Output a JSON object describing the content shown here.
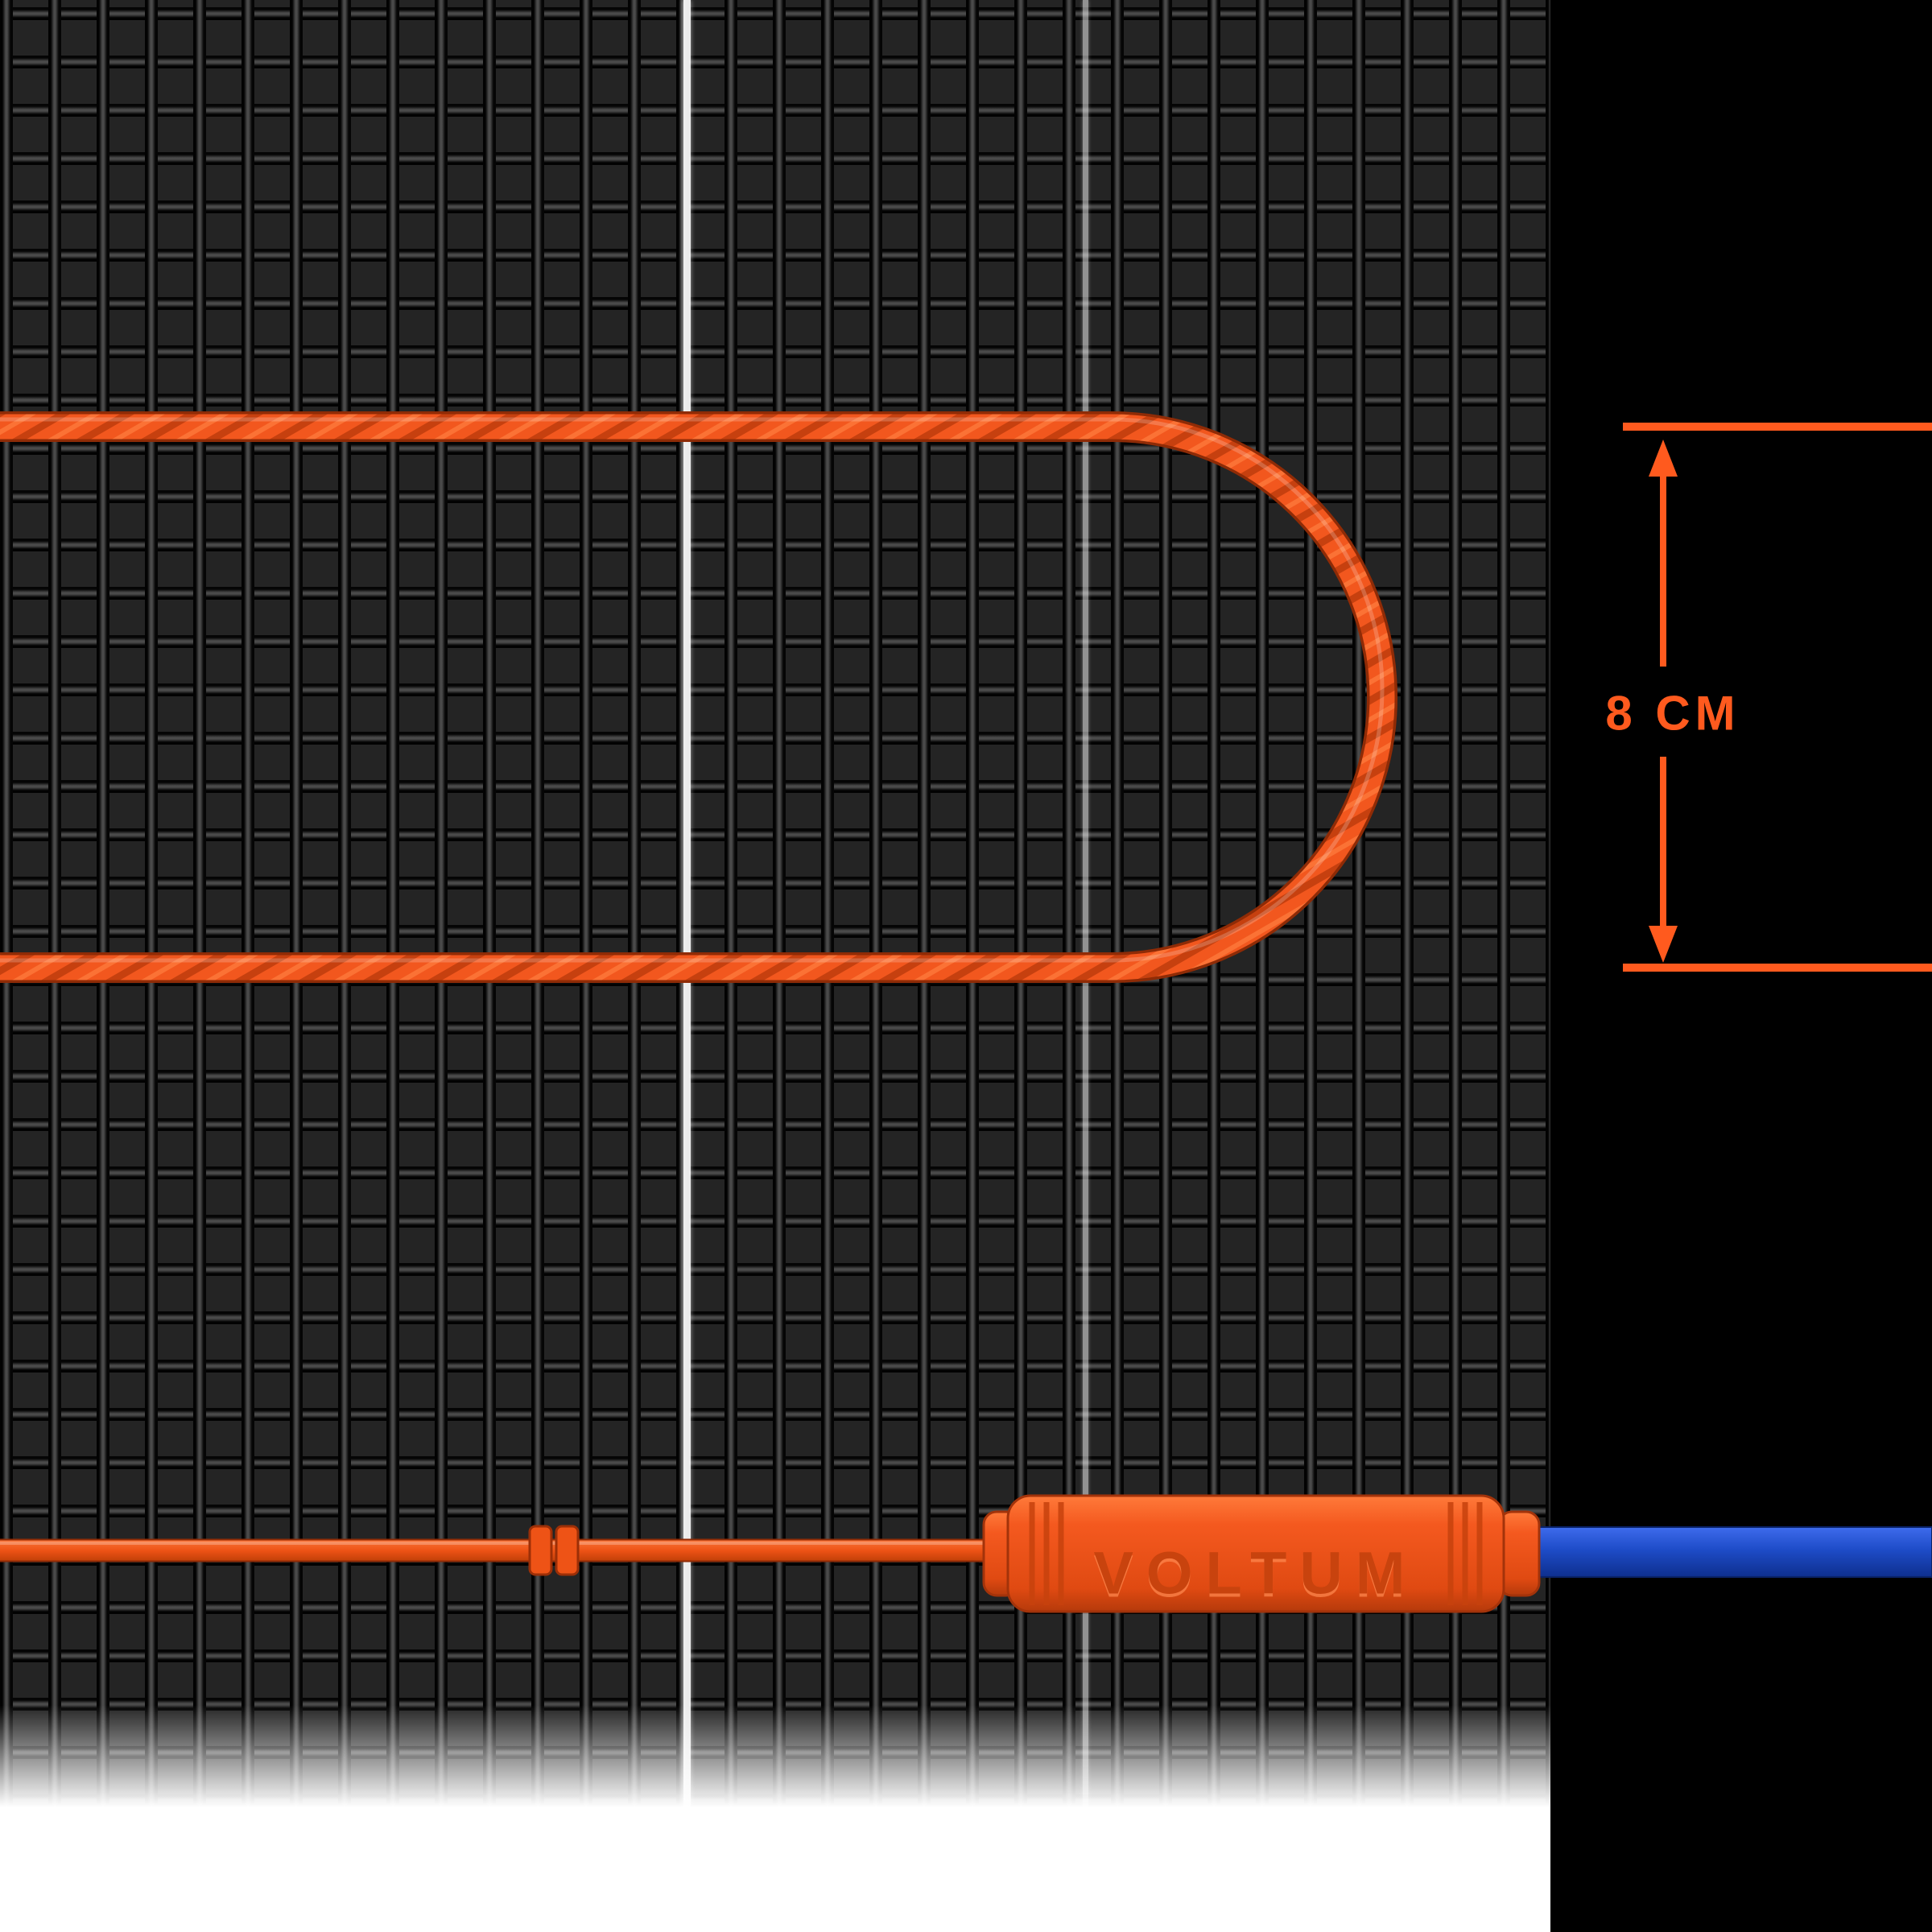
{
  "scene": {
    "type": "heating-mat-product-illustration",
    "dimension": {
      "label": "8 CM"
    },
    "connector": {
      "brand": "VOLTUM"
    },
    "colors": {
      "annotation_orange": "#FF5A1E",
      "cable_orange": "#F2571E",
      "cable_orange_dark": "#C6400F",
      "cable_outline": "#8F2B06",
      "connector_orange": "#F05423",
      "connector_text": "#C8430E",
      "lead_blue": "#1E4CC8",
      "mesh_cell": "#242424",
      "mesh_wire_highlight": "#4A4A4A",
      "backdrop": "#000000",
      "floor_white": "#FFFFFF"
    }
  }
}
